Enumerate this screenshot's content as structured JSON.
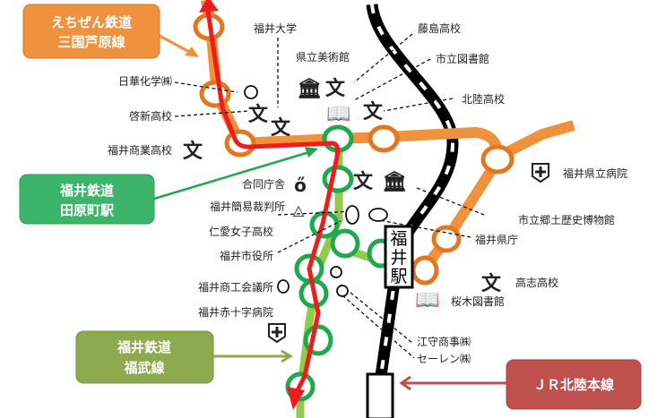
{
  "lines": {
    "echizen": {
      "label_line1": "えちぜん鉄道",
      "label_line2": "三国芦原線",
      "color": "#F0913D"
    },
    "tawaramachi": {
      "label_line1": "福井鉄道",
      "label_line2": "田原町駅",
      "color": "#3CB46A"
    },
    "fukubu": {
      "label_line1": "福井鉄道",
      "label_line2": "福武線",
      "color": "#8DAA4E"
    },
    "jr": {
      "label": "ＪＲ北陸本線",
      "color": "#C0504D"
    },
    "route_color": "#EE1C1C"
  },
  "station": {
    "name_line1": "福",
    "name_line2": "井",
    "name_line3": "駅"
  },
  "places": {
    "fukui_univ": "福井大学",
    "art_museum": "県立美術館",
    "fujishima_hs": "藤島高校",
    "city_library": "市立図書館",
    "hokuriku_hs": "北陸高校",
    "nikka": "日華化学㈱",
    "keishin_hs": "啓新高校",
    "commercial_hs": "福井商業高校",
    "pref_hospital": "福井県立病院",
    "gov_bldg": "合同庁舎",
    "summary_court": "福井簡易裁判所",
    "jinai_hs": "仁愛女子高校",
    "city_hall": "福井市役所",
    "history_museum": "市立郷土歴史博物館",
    "pref_office": "福井県庁",
    "chamber": "福井商工会議所",
    "koshi_hs": "高志高校",
    "sakuragi_library": "桜木図書館",
    "red_cross": "福井赤十字病院",
    "emori": "江守商事㈱",
    "seiren": "セーレン㈱"
  }
}
